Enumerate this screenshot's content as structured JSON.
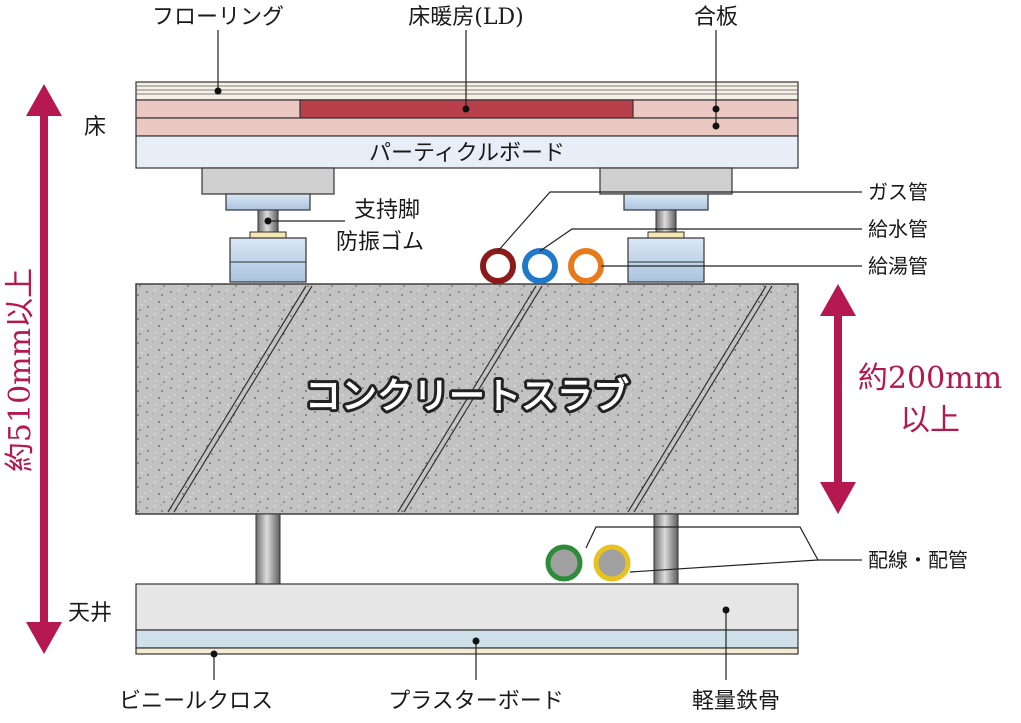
{
  "labels": {
    "flooring": "フローリング",
    "floor_heating": "床暖房(LD)",
    "plywood": "合板",
    "floor": "床",
    "particle_board": "パーティクルボード",
    "support_leg_1": "支持脚",
    "support_leg_2": "防振ゴム",
    "gas_pipe": "ガス管",
    "water_pipe": "給水管",
    "hot_water_pipe": "給湯管",
    "total_height": "約510mm以上",
    "slab_thickness_1": "約200mm",
    "slab_thickness_2": "以上",
    "concrete_slab": "コンクリートスラブ",
    "wiring": "配線・配管",
    "ceiling": "天井",
    "vinyl_cloth": "ビニールクロス",
    "plaster_board": "プラスターボード",
    "light_steel_frame": "軽量鉄骨"
  },
  "colors": {
    "accent": "#b5174f",
    "floor_heating": "#b8404a",
    "plywood": "#ecc8c2",
    "particle_board": "#e8eef7",
    "concrete": "#bdbdbd",
    "gas_pipe": "#8b1a1a",
    "water_pipe": "#1f78c8",
    "hot_water_pipe": "#e87a1e",
    "wire_green": "#2e8b3a",
    "wire_yellow": "#e8c21e",
    "ceiling_board": "#e6e6e6",
    "ceiling_strip": "#cfe0ea",
    "vibration_pad": "#c5d8ec"
  }
}
